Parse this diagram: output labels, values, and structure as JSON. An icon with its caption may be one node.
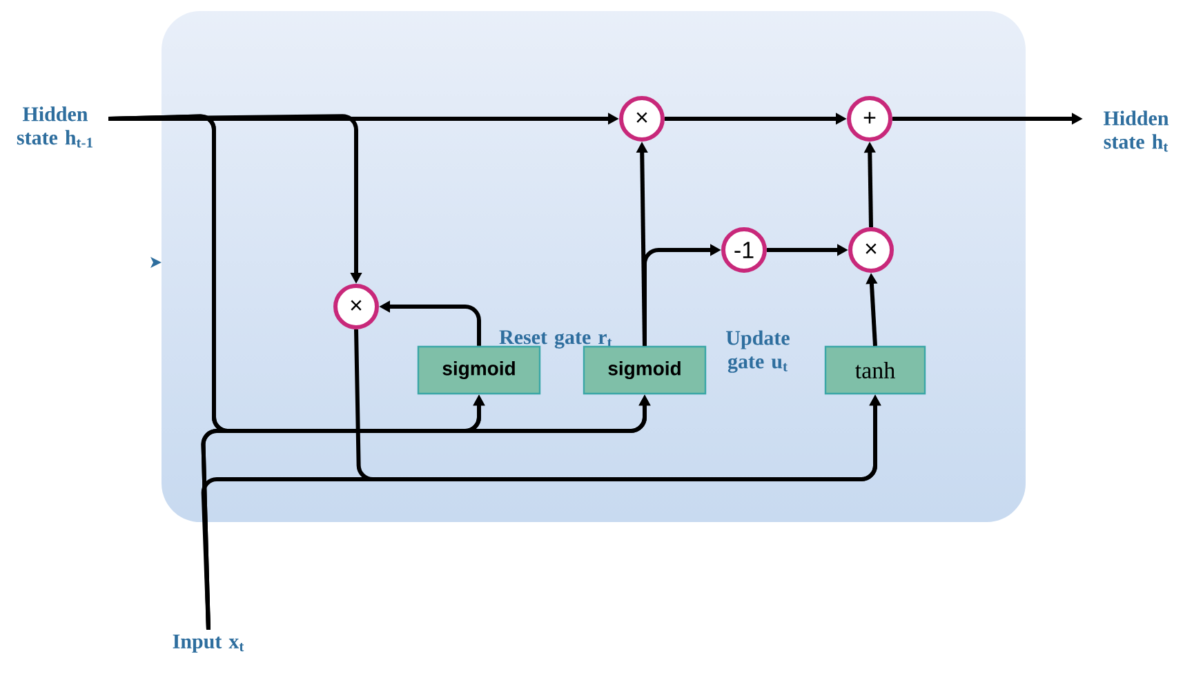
{
  "diagram": {
    "nodes": [
      {
        "text": [
          "Hidden state h$_{t-1}$"
        ]
      },
      {
        "text": [
          "Hidden state h$_{t}$"
        ]
      },
      {
        "text": [
          "Input x$_{t}$"
        ]
      },
      {
        "text": [
          "×"
        ]
      },
      {
        "text": [
          "+"
        ]
      },
      {
        "text": [
          "×"
        ]
      },
      {
        "text": [
          "-1"
        ]
      },
      {
        "text": [
          "×"
        ]
      },
      {
        "text": [
          "sigmoid"
        ],
        "beside": [
          "Reset gate r$_{t}$"
        ]
      },
      {
        "text": [
          "sigmoid"
        ],
        "beside": [
          "Update gate u$_{t}$"
        ]
      },
      {
        "text": [
          "tanh"
        ]
      }
    ],
    "edges": [
      {
        "from": 0,
        "to": 3,
        "arrow": "to"
      },
      {
        "from": 0,
        "to": 5,
        "arrow": "to"
      },
      {
        "from": 0,
        "to": 8,
        "arrow": "to"
      },
      {
        "from": 0,
        "to": 9,
        "arrow": "to"
      },
      {
        "from": 2,
        "to": 8,
        "arrow": "to"
      },
      {
        "from": 2,
        "to": 9,
        "arrow": "to"
      },
      {
        "from": 2,
        "to": 10,
        "arrow": "to"
      },
      {
        "from": 5,
        "to": 10,
        "arrow": "to"
      },
      {
        "from": 8,
        "to": 5,
        "arrow": "to"
      },
      {
        "from": 9,
        "to": 3,
        "arrow": "to"
      },
      {
        "from": 9,
        "to": 6,
        "arrow": "to"
      },
      {
        "from": 6,
        "to": 7,
        "arrow": "to"
      },
      {
        "from": 10,
        "to": 7,
        "arrow": "to"
      },
      {
        "from": 7,
        "to": 4,
        "arrow": "to"
      },
      {
        "from": 3,
        "to": 4,
        "arrow": "to"
      },
      {
        "from": 4,
        "to": 1,
        "arrow": "to"
      }
    ]
  }
}
